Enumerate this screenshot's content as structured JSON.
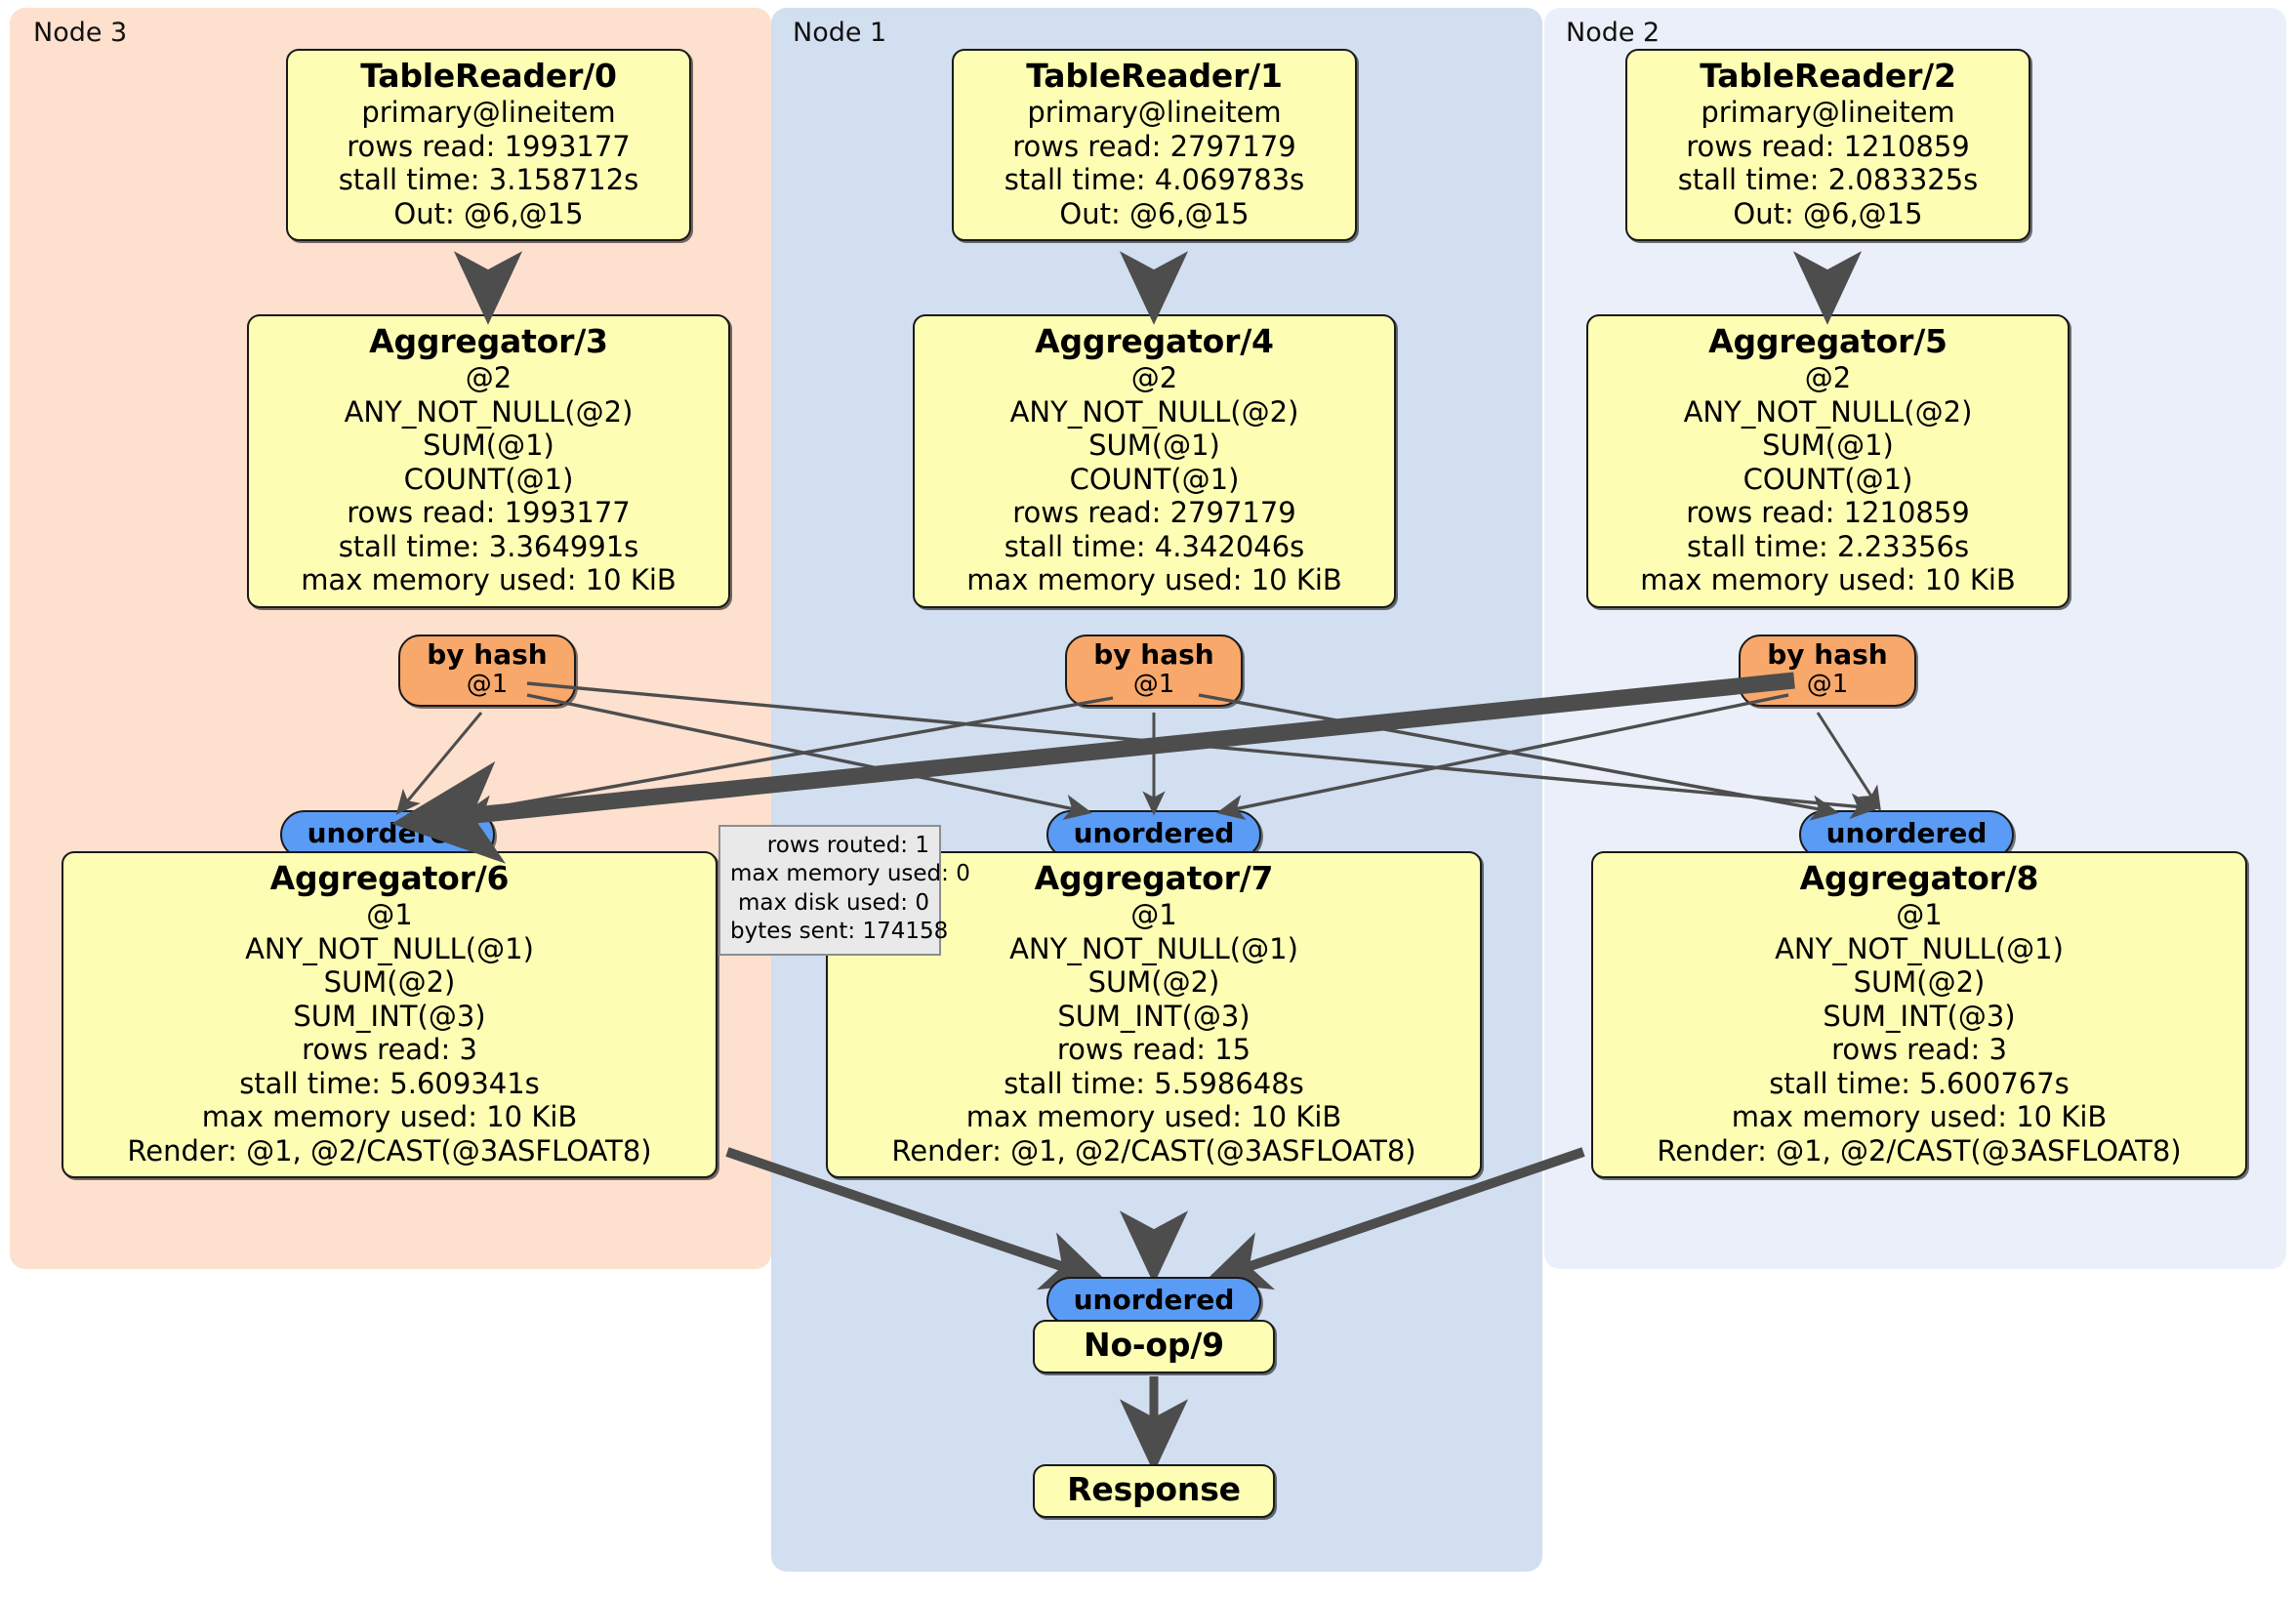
{
  "diagram": {
    "type": "distributed-query-execution-plan",
    "nodes": [
      {
        "id": "node3",
        "label": "Node 3",
        "color": "#fde0ce"
      },
      {
        "id": "node1",
        "label": "Node 1",
        "color": "#d1dff0"
      },
      {
        "id": "node2",
        "label": "Node 2",
        "color": "#eaeff9"
      }
    ]
  },
  "processors": {
    "table_reader_0": {
      "title": "TableReader/0",
      "lines": [
        "primary@lineitem",
        "rows read: 1993177",
        "stall time: 3.158712s",
        "Out: @6,@15"
      ]
    },
    "table_reader_1": {
      "title": "TableReader/1",
      "lines": [
        "primary@lineitem",
        "rows read: 2797179",
        "stall time: 4.069783s",
        "Out: @6,@15"
      ]
    },
    "table_reader_2": {
      "title": "TableReader/2",
      "lines": [
        "primary@lineitem",
        "rows read: 1210859",
        "stall time: 2.083325s",
        "Out: @6,@15"
      ]
    },
    "aggregator_3": {
      "title": "Aggregator/3",
      "lines": [
        "@2",
        "ANY_NOT_NULL(@2)",
        "SUM(@1)",
        "COUNT(@1)",
        "rows read: 1993177",
        "stall time: 3.364991s",
        "max memory used: 10 KiB"
      ]
    },
    "aggregator_4": {
      "title": "Aggregator/4",
      "lines": [
        "@2",
        "ANY_NOT_NULL(@2)",
        "SUM(@1)",
        "COUNT(@1)",
        "rows read: 2797179",
        "stall time: 4.342046s",
        "max memory used: 10 KiB"
      ]
    },
    "aggregator_5": {
      "title": "Aggregator/5",
      "lines": [
        "@2",
        "ANY_NOT_NULL(@2)",
        "SUM(@1)",
        "COUNT(@1)",
        "rows read: 1210859",
        "stall time: 2.23356s",
        "max memory used: 10 KiB"
      ]
    },
    "aggregator_6": {
      "title": "Aggregator/6",
      "lines": [
        "@1",
        "ANY_NOT_NULL(@1)",
        "SUM(@2)",
        "SUM_INT(@3)",
        "rows read: 3",
        "stall time: 5.609341s",
        "max memory used: 10 KiB",
        "Render: @1, @2/CAST(@3ASFLOAT8)"
      ]
    },
    "aggregator_7": {
      "title": "Aggregator/7",
      "lines": [
        "@1",
        "ANY_NOT_NULL(@1)",
        "SUM(@2)",
        "SUM_INT(@3)",
        "rows read: 15",
        "stall time: 5.598648s",
        "max memory used: 10 KiB",
        "Render: @1, @2/CAST(@3ASFLOAT8)"
      ]
    },
    "aggregator_8": {
      "title": "Aggregator/8",
      "lines": [
        "@1",
        "ANY_NOT_NULL(@1)",
        "SUM(@2)",
        "SUM_INT(@3)",
        "rows read: 3",
        "stall time: 5.600767s",
        "max memory used: 10 KiB",
        "Render: @1, @2/CAST(@3ASFLOAT8)"
      ]
    },
    "noop_9": {
      "title": "No-op/9",
      "lines": []
    },
    "response": {
      "title": "Response",
      "lines": []
    }
  },
  "routers": {
    "by_hash_3": {
      "title": "by hash",
      "sub": "@1"
    },
    "by_hash_4": {
      "title": "by hash",
      "sub": "@1"
    },
    "by_hash_5": {
      "title": "by hash",
      "sub": "@1"
    }
  },
  "synchronizers": {
    "unordered_6": "unordered",
    "unordered_7": "unordered",
    "unordered_8": "unordered",
    "unordered_9": "unordered"
  },
  "stats_box": {
    "lines": [
      "rows routed: 1",
      "max memory used: 0",
      "max disk used: 0",
      "bytes sent: 174158"
    ]
  },
  "colors": {
    "processor_fill": "#fdfdb4",
    "router_fill": "#f8a86a",
    "sync_fill": "#5a9bf6",
    "edge": "#4d4d4d",
    "node3_bg": "#fde0ce",
    "node1_bg": "#d1dff0",
    "node2_bg": "#eaeff9"
  }
}
